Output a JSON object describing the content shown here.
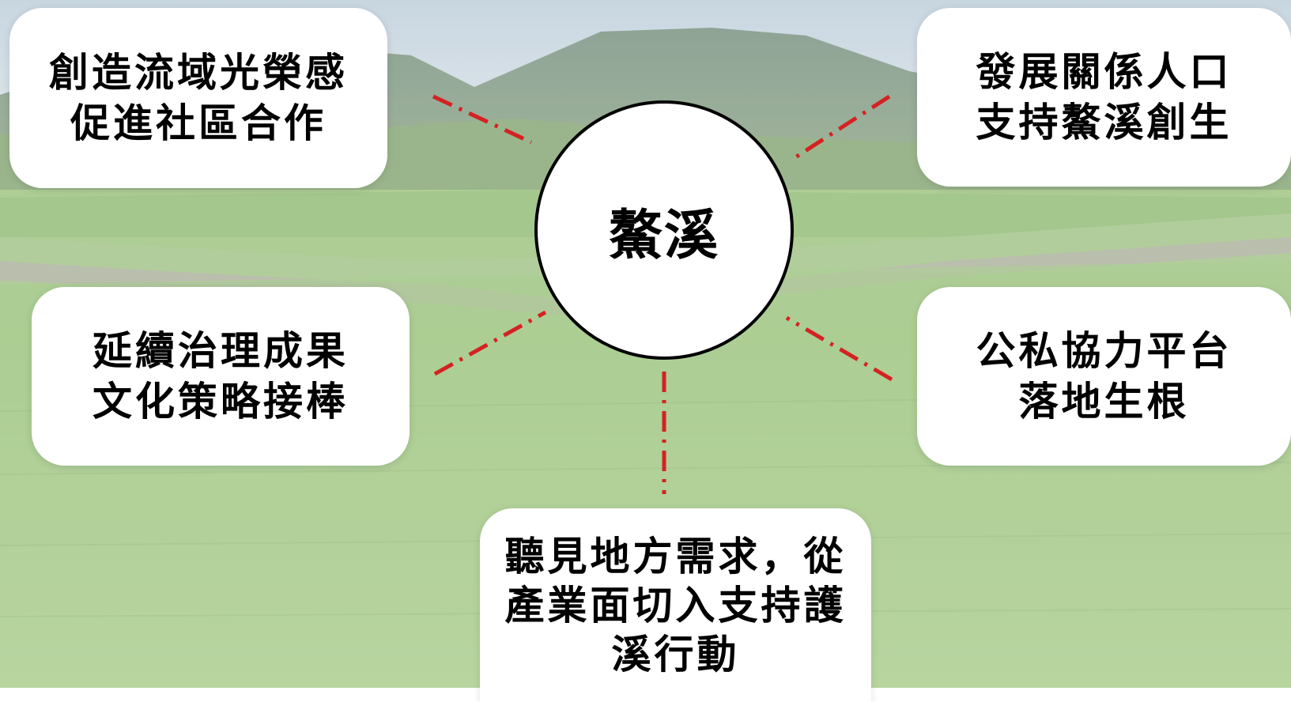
{
  "center": {
    "label": "鰲溪"
  },
  "nodes": {
    "top_left": {
      "lines": [
        "創造流域光榮感",
        "促進社區合作"
      ]
    },
    "top_right": {
      "lines": [
        "發展關係人口",
        "支持鰲溪創生"
      ]
    },
    "middle_left": {
      "lines": [
        "延續治理成果",
        "文化策略接棒"
      ]
    },
    "middle_right": {
      "lines": [
        "公私協力平台",
        "落地生根"
      ]
    },
    "bottom": {
      "lines": [
        "聽見地方需求，從",
        "產業面切入支持護",
        "溪行動"
      ]
    }
  },
  "colors": {
    "connector": "#d42222",
    "box_fill": "#ffffff",
    "circle_border": "#000000",
    "sky": "#c9d6e0",
    "mountain": "#7f9a7d",
    "field": "#8fb774"
  }
}
